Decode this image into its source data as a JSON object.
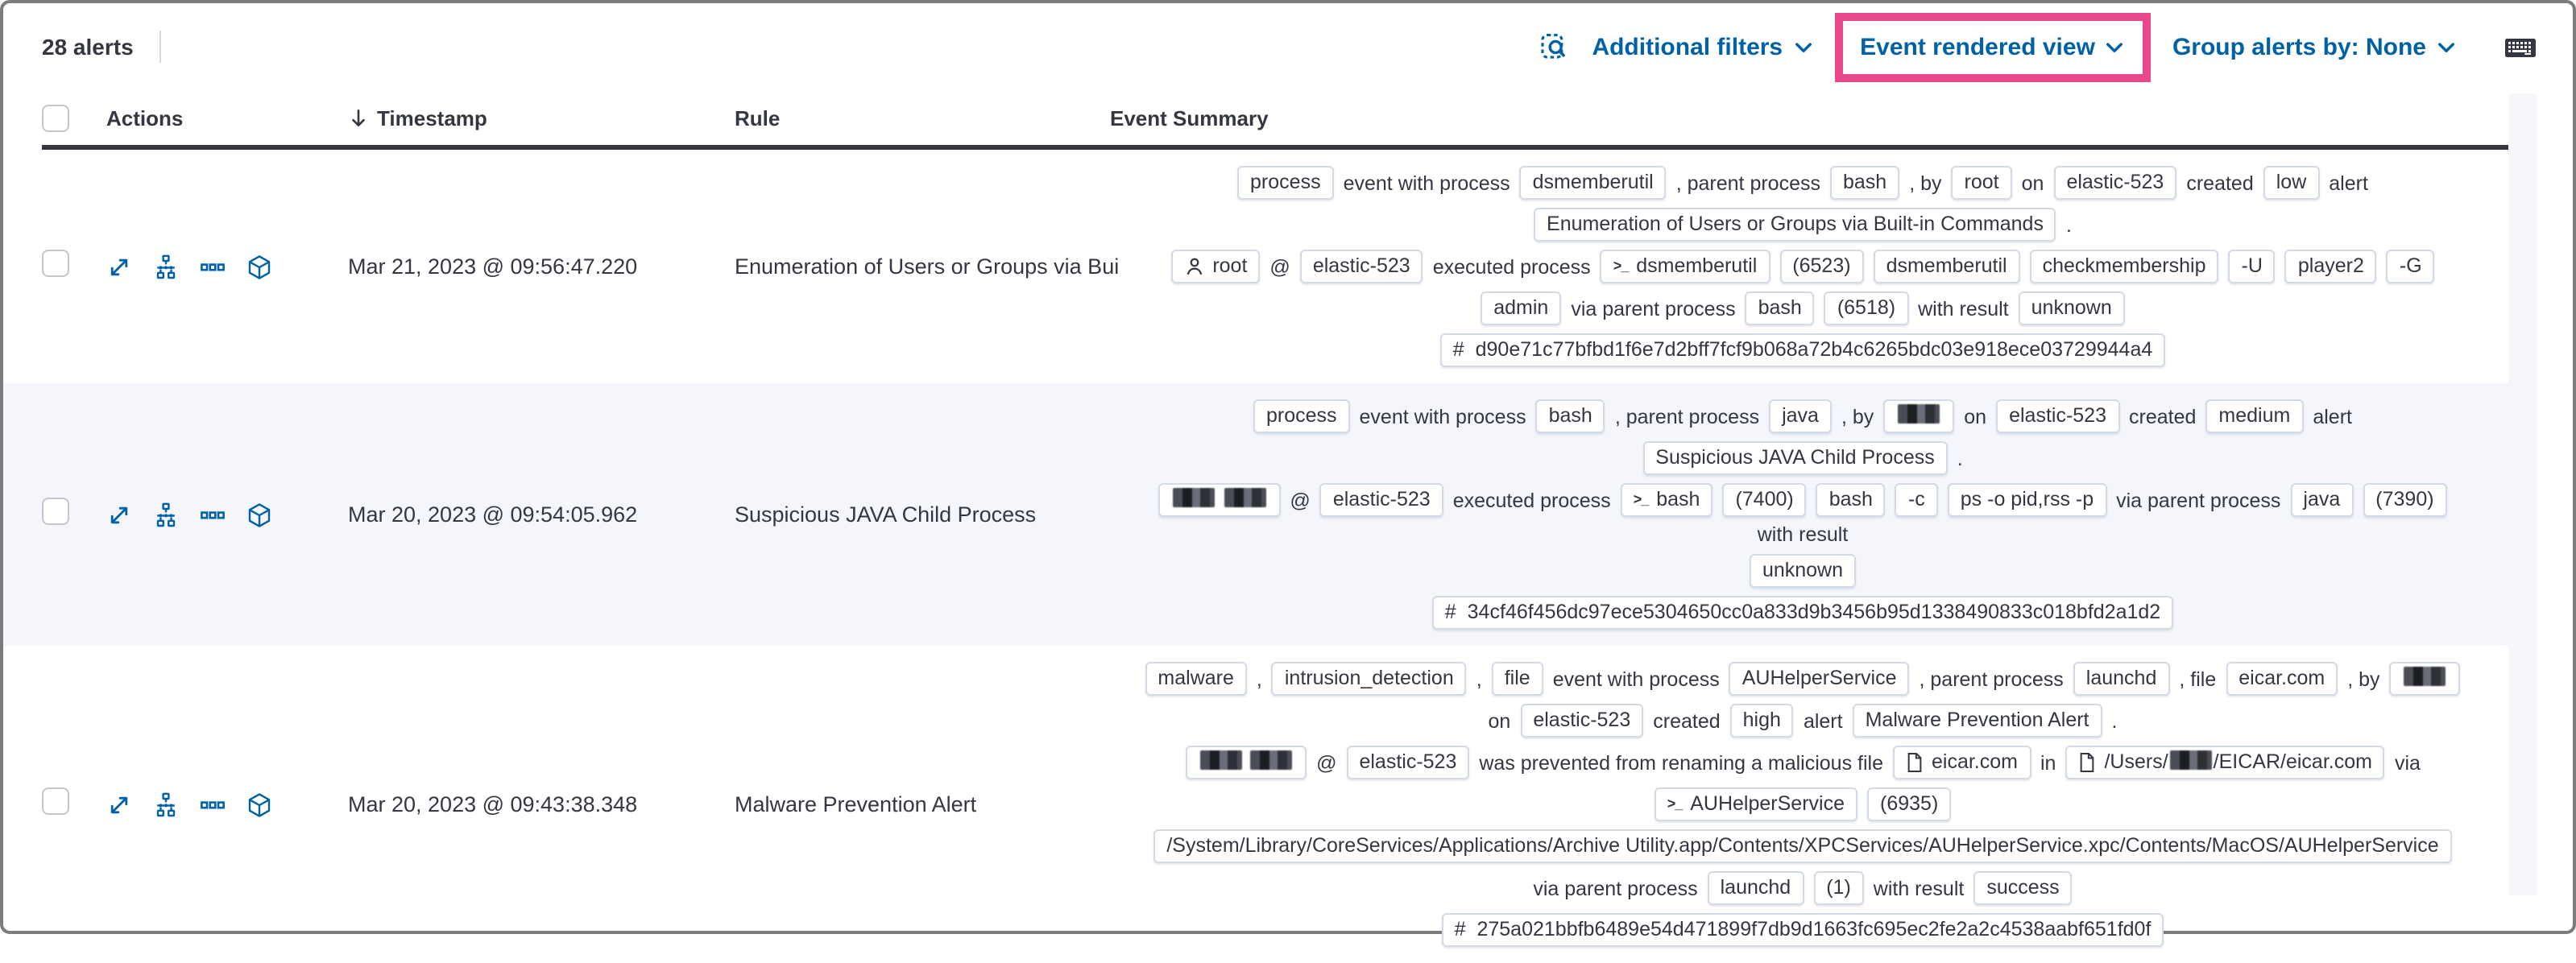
{
  "toolbar": {
    "alert_count": "28 alerts",
    "additional_filters_label": "Additional filters",
    "view_selector_label": "Event rendered view",
    "group_alerts_label": "Group alerts by: None",
    "link_color": "#0061a6",
    "highlight_color": "#e8478b"
  },
  "table": {
    "headers": {
      "actions": "Actions",
      "timestamp": "Timestamp",
      "rule": "Rule",
      "event_summary": "Event Summary"
    },
    "sort": {
      "column": "Timestamp",
      "direction": "desc"
    },
    "rows": [
      {
        "striped": false,
        "timestamp": "Mar 21, 2023 @ 09:56:47.220",
        "rule": "Enumeration of Users or Groups via Bui",
        "summary": [
          [
            [
              "b",
              "process"
            ],
            [
              "t",
              "event with process"
            ],
            [
              "b",
              "dsmemberutil"
            ],
            [
              "t",
              ", parent process"
            ],
            [
              "b",
              "bash"
            ],
            [
              "t",
              ", by"
            ],
            [
              "b",
              "root"
            ],
            [
              "t",
              "on"
            ],
            [
              "b",
              "elastic-523"
            ],
            [
              "t",
              "created"
            ],
            [
              "b",
              "low"
            ],
            [
              "t",
              "alert"
            ]
          ],
          [
            [
              "b",
              "Enumeration of Users or Groups via Built-in Commands"
            ],
            [
              "t",
              "."
            ]
          ],
          [
            [
              "user",
              "root"
            ],
            [
              "t",
              "@"
            ],
            [
              "b",
              "elastic-523"
            ],
            [
              "t",
              "executed process"
            ],
            [
              "term",
              "dsmemberutil"
            ],
            [
              "b",
              "(6523)"
            ],
            [
              "b",
              "dsmemberutil"
            ],
            [
              "b",
              "checkmembership"
            ],
            [
              "b",
              "-U"
            ],
            [
              "b",
              "player2"
            ],
            [
              "b",
              "-G"
            ]
          ],
          [
            [
              "b",
              "admin"
            ],
            [
              "t",
              "via parent process"
            ],
            [
              "b",
              "bash"
            ],
            [
              "b",
              "(6518)"
            ],
            [
              "t",
              "with result"
            ],
            [
              "b",
              "unknown"
            ]
          ],
          [
            [
              "hash",
              "d90e71c77bfbd1f6e7d2bff7fcf9b068a72b4c6265bdc03e918ece03729944a4"
            ]
          ]
        ]
      },
      {
        "striped": true,
        "timestamp": "Mar 20, 2023 @ 09:54:05.962",
        "rule": "Suspicious JAVA Child Process",
        "summary": [
          [
            [
              "b",
              "process"
            ],
            [
              "t",
              "event with process"
            ],
            [
              "b",
              "bash"
            ],
            [
              "t",
              ", parent process"
            ],
            [
              "b",
              "java"
            ],
            [
              "t",
              ", by"
            ],
            [
              "b",
              "[R]"
            ],
            [
              "t",
              "on"
            ],
            [
              "b",
              "elastic-523"
            ],
            [
              "t",
              "created"
            ],
            [
              "b",
              "medium"
            ],
            [
              "t",
              "alert"
            ]
          ],
          [
            [
              "b",
              "Suspicious JAVA Child Process"
            ],
            [
              "t",
              "."
            ]
          ],
          [
            [
              "b",
              "[R] [R]"
            ],
            [
              "t",
              "@"
            ],
            [
              "b",
              "elastic-523"
            ],
            [
              "t",
              "executed process"
            ],
            [
              "term",
              "bash"
            ],
            [
              "b",
              "(7400)"
            ],
            [
              "b",
              "bash"
            ],
            [
              "b",
              "-c"
            ],
            [
              "b",
              "ps -o pid,rss -p"
            ],
            [
              "t",
              "via parent process"
            ],
            [
              "b",
              "java"
            ],
            [
              "b",
              "(7390)"
            ],
            [
              "t",
              "with result"
            ]
          ],
          [
            [
              "b",
              "unknown"
            ]
          ],
          [
            [
              "hash",
              "34cf46f456dc97ece5304650cc0a833d9b3456b95d1338490833c018bfd2a1d2"
            ]
          ]
        ]
      },
      {
        "striped": false,
        "timestamp": "Mar 20, 2023 @ 09:43:38.348",
        "rule": "Malware Prevention Alert",
        "summary": [
          [
            [
              "b",
              "malware"
            ],
            [
              "t",
              ","
            ],
            [
              "b",
              "intrusion_detection"
            ],
            [
              "t",
              ","
            ],
            [
              "b",
              "file"
            ],
            [
              "t",
              "event with process"
            ],
            [
              "b",
              "AUHelperService"
            ],
            [
              "t",
              ", parent process"
            ],
            [
              "b",
              "launchd"
            ],
            [
              "t",
              ", file"
            ],
            [
              "b",
              "eicar.com"
            ],
            [
              "t",
              ", by"
            ],
            [
              "b",
              "[R]"
            ]
          ],
          [
            [
              "t",
              "on"
            ],
            [
              "b",
              "elastic-523"
            ],
            [
              "t",
              "created"
            ],
            [
              "b",
              "high"
            ],
            [
              "t",
              "alert"
            ],
            [
              "b",
              "Malware Prevention Alert"
            ],
            [
              "t",
              "."
            ]
          ],
          [
            [
              "b",
              "[R] [R]"
            ],
            [
              "t",
              "@"
            ],
            [
              "b",
              "elastic-523"
            ],
            [
              "t",
              "was prevented from renaming a malicious file"
            ],
            [
              "file",
              "eicar.com"
            ],
            [
              "t",
              "in"
            ],
            [
              "file",
              "/Users/[R]/EICAR/eicar.com"
            ],
            [
              "t",
              "via"
            ]
          ],
          [
            [
              "term",
              "AUHelperService"
            ],
            [
              "b",
              "(6935)"
            ]
          ],
          [
            [
              "b",
              "/System/Library/CoreServices/Applications/Archive Utility.app/Contents/XPCServices/AUHelperService.xpc/Contents/MacOS/AUHelperService"
            ]
          ],
          [
            [
              "t",
              "via parent process"
            ],
            [
              "b",
              "launchd"
            ],
            [
              "b",
              "(1)"
            ],
            [
              "t",
              "with result"
            ],
            [
              "b",
              "success"
            ]
          ],
          [
            [
              "hash",
              "275a021bbfb6489e54d471899f7db9d1663fc695ec2fe2a2c4538aabf651fd0f"
            ]
          ]
        ]
      }
    ]
  }
}
